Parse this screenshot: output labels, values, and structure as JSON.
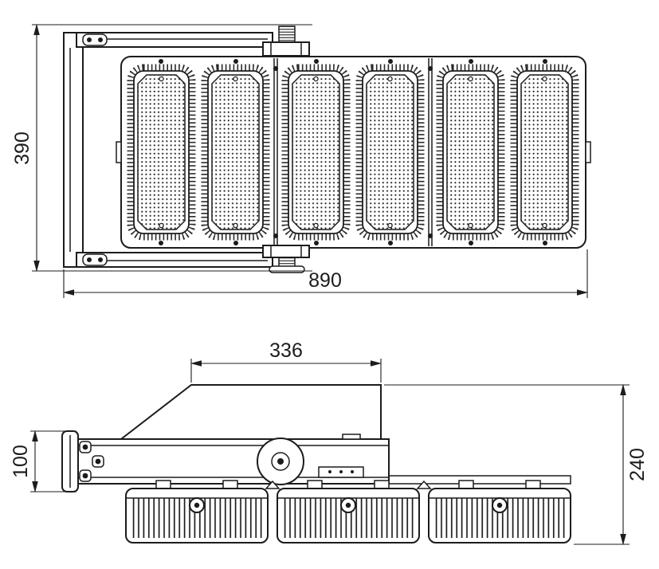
{
  "drawing": {
    "background": "#ffffff",
    "line_color": "#1c1c1c",
    "top_view": {
      "dim_height": "390",
      "dim_width": "890",
      "module_count": 6
    },
    "side_view": {
      "dim_bracket_width": "336",
      "dim_arm_height": "100",
      "dim_overall_height": "240",
      "module_count": 3
    }
  }
}
